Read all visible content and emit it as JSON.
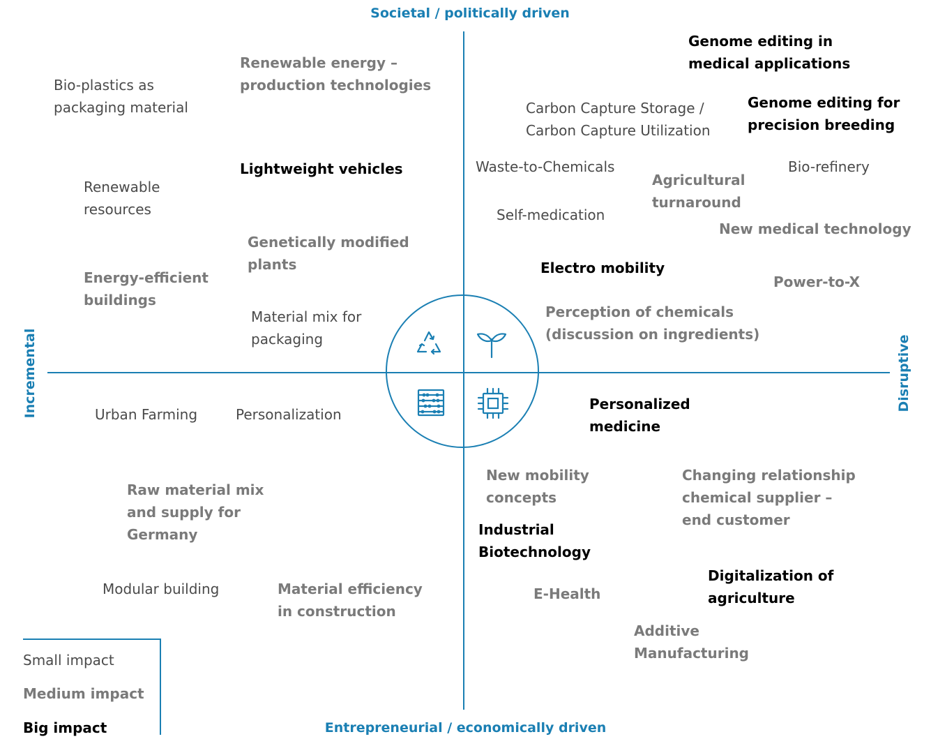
{
  "axes": {
    "top": "Societal / politically driven",
    "bottom": "Entrepreneurial / economically driven",
    "left": "Incremental",
    "right": "Disruptive"
  },
  "colors": {
    "accent": "#1a7fb3",
    "small": "#4a4a4a",
    "medium": "#7a7a7a",
    "big": "#000000"
  },
  "center_icons": [
    "recycle-icon",
    "sprout-icon",
    "abacus-icon",
    "chip-icon"
  ],
  "items": [
    {
      "text": "Genome editing in\nmedical applications",
      "impact": "big"
    },
    {
      "text": "Renewable energy –\nproduction technologies",
      "impact": "medium"
    },
    {
      "text": "Bio-plastics as\npackaging material",
      "impact": "small"
    },
    {
      "text": "Carbon Capture Storage /\nCarbon Capture Utilization",
      "impact": "small"
    },
    {
      "text": "Genome editing for\nprecision breeding",
      "impact": "big"
    },
    {
      "text": "Lightweight vehicles",
      "impact": "big"
    },
    {
      "text": "Waste-to-Chemicals",
      "impact": "small"
    },
    {
      "text": "Agricultural\nturnaround",
      "impact": "medium"
    },
    {
      "text": "Bio-refinery",
      "impact": "small"
    },
    {
      "text": "Renewable\nresources",
      "impact": "small"
    },
    {
      "text": "Self-medication",
      "impact": "small"
    },
    {
      "text": "New medical technology",
      "impact": "medium"
    },
    {
      "text": "Genetically modified\nplants",
      "impact": "medium"
    },
    {
      "text": "Electro mobility",
      "impact": "big"
    },
    {
      "text": "Energy-efficient\nbuildings",
      "impact": "medium"
    },
    {
      "text": "Power-to-X",
      "impact": "medium"
    },
    {
      "text": "Perception of chemicals\n(discussion on ingredients)",
      "impact": "medium"
    },
    {
      "text": "Material mix for\npackaging",
      "impact": "small"
    },
    {
      "text": "Personalized\nmedicine",
      "impact": "big"
    },
    {
      "text": "Urban Farming",
      "impact": "small"
    },
    {
      "text": "Personalization",
      "impact": "small"
    },
    {
      "text": "New mobility\nconcepts",
      "impact": "medium"
    },
    {
      "text": "Changing relationship\nchemical supplier –\nend customer",
      "impact": "medium"
    },
    {
      "text": "Raw material mix\nand supply for\nGermany",
      "impact": "medium"
    },
    {
      "text": "Industrial\nBiotechnology",
      "impact": "big"
    },
    {
      "text": "Digitalization of\nagriculture",
      "impact": "big"
    },
    {
      "text": "Modular building",
      "impact": "small"
    },
    {
      "text": "Material efficiency\nin construction",
      "impact": "medium"
    },
    {
      "text": "E-Health",
      "impact": "medium"
    },
    {
      "text": "Additive\nManufacturing",
      "impact": "medium"
    }
  ],
  "legend": {
    "small": "Small impact",
    "medium": "Medium impact",
    "big": "Big impact"
  }
}
